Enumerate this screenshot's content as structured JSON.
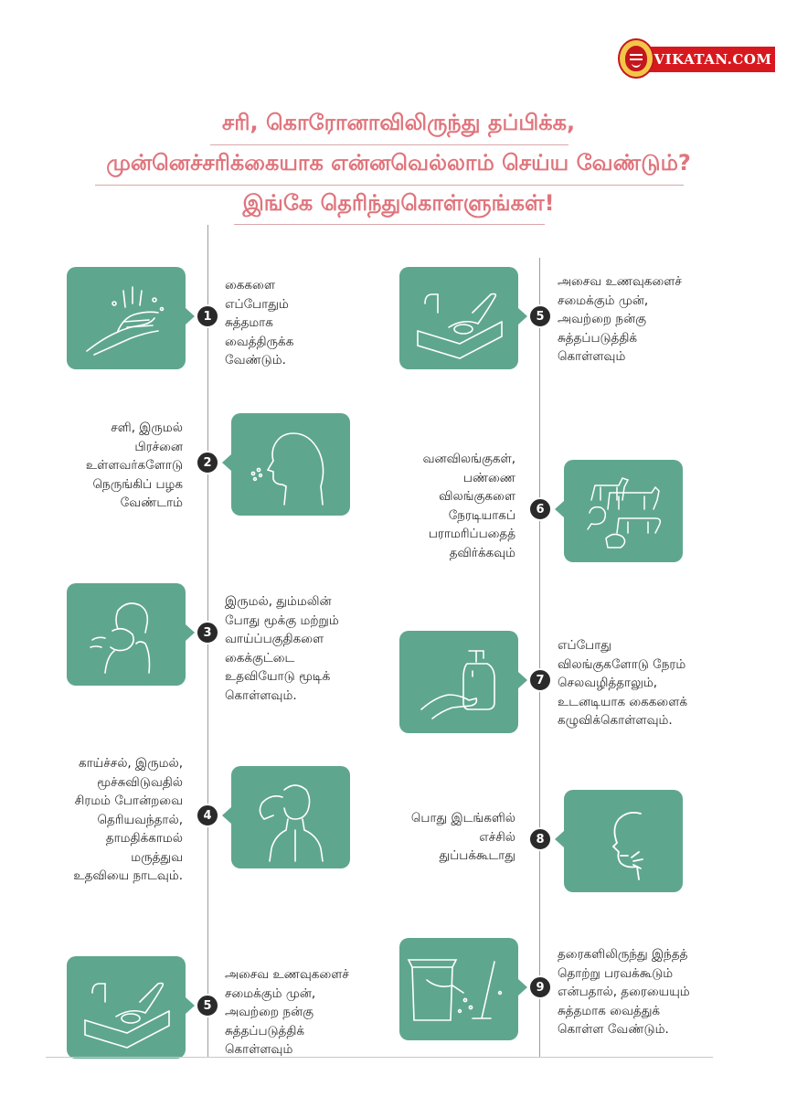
{
  "brand": {
    "logo_text": "VIKATAN.COM"
  },
  "title_lines": [
    "சரி, கொரோனாவிலிருந்து தப்பிக்க,",
    "முன்னெச்சரிக்கையாக என்னவெல்லாம் செய்ய வேண்டும்?",
    "இங்கே தெரிந்துகொள்ளுங்கள்!"
  ],
  "colors": {
    "card": "#5fa68f",
    "title": "#e0747c",
    "badge": "#2a2a2a"
  },
  "steps": [
    {
      "number": "1",
      "icon": "hand-wash-icon",
      "text": "கைகளை\nஎப்போதும்\nசுத்தமாக\nவைத்திருக்க\nவேண்டும்."
    },
    {
      "number": "2",
      "icon": "cough-face-icon",
      "text": "சளி, இருமல்\nபிரச்னை\nஉள்ளவர்களோடு\nநெருங்கிப் பழக\nவேண்டாம்"
    },
    {
      "number": "3",
      "icon": "sneeze-tissue-icon",
      "text": "இருமல், தும்மலின்\nபோது மூக்கு மற்றும்\nவாய்ப்பகுதிகளை\nகைக்குட்டை\nஉதவியோடு மூடிக்\nகொள்ளவும்."
    },
    {
      "number": "4",
      "icon": "headache-person-icon",
      "text": "காய்ச்சல், இருமல்,\nமூச்சுவிடுவதில்\nசிரமம் போன்றவை\nதெரியவந்தால்,\nதாமதிக்காமல்\nமருத்துவ\nஉதவியை நாடவும்."
    },
    {
      "number": "5",
      "icon": "wash-food-icon",
      "text": "அசைவ உணவுகளைச்\nசமைக்கும் முன்,\nஅவற்றை நன்கு\nசுத்தப்படுத்திக்\nகொள்ளவும்"
    },
    {
      "number": "5",
      "icon": "wash-food-icon",
      "text": "அசைவ உணவுகளைச்\nசமைக்கும் முன்,\nஅவற்றை நன்கு\nசுத்தப்படுத்திக்\nகொள்ளவும்"
    },
    {
      "number": "6",
      "icon": "animals-icon",
      "text": "வனவிலங்குகள்,\nபண்ணை\nவிலங்குகளை\nநேரடியாகப்\nபராமரிப்பதைத்\nதவிர்க்கவும்"
    },
    {
      "number": "7",
      "icon": "soap-dispenser-icon",
      "text": "எப்போது\nவிலங்குகளோடு நேரம்\nசெலவழித்தாலும்,\nஉடனடியாக கைகளைக்\nகழுவிக்கொள்ளவும்."
    },
    {
      "number": "8",
      "icon": "spitting-face-icon",
      "text": "பொது இடங்களில்\nஎச்சில்\nதுப்பக்கூடாது"
    },
    {
      "number": "9",
      "icon": "bucket-mop-icon",
      "text": "தரைகளிலிருந்து இந்தத்\nதொற்று பரவக்கூடும்\nஎன்பதால், தரையையும்\nசுத்தமாக வைத்துக்\nகொள்ள வேண்டும்."
    }
  ]
}
